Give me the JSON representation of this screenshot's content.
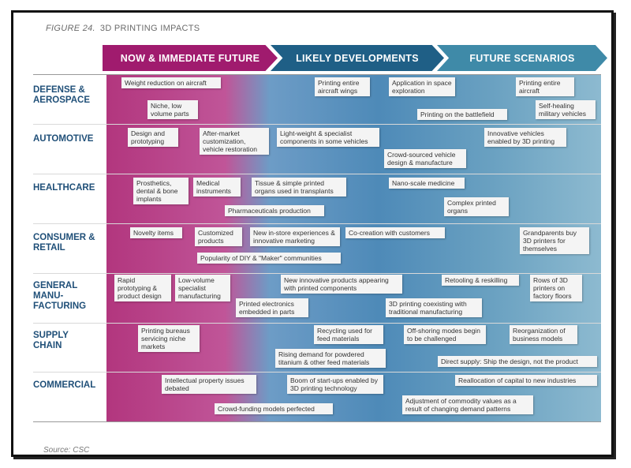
{
  "figure_number": "FIGURE 24.",
  "figure_title": "3D PRINTING IMPACTS",
  "source": "Source: CSC",
  "phases": [
    "NOW & IMMEDIATE FUTURE",
    "LIKELY DEVELOPMENTS",
    "FUTURE SCENARIOS"
  ],
  "categories": [
    "DEFENSE & AEROSPACE",
    "AUTOMOTIVE",
    "HEALTHCARE",
    "CONSUMER & RETAIL",
    "GENERAL MANU-FACTURING",
    "SUPPLY CHAIN",
    "COMMERCIAL"
  ],
  "items": [
    "Weight reduction on aircraft",
    "Niche, low volume parts",
    "Printing entire aircraft wings",
    "Application in space exploration",
    "Printing entire aircraft",
    "Printing on the battlefield",
    "Self-healing military vehicles",
    "Design and prototyping",
    "After-market customization, vehicle restoration",
    "Light-weight & specialist components in some vehicles",
    "Innovative vehicles enabled by 3D printing",
    "Crowd-sourced vehicle design & manufacture",
    "Prosthetics, dental & bone implants",
    "Medical instruments",
    "Tissue & simple printed organs used in transplants",
    "Nano-scale medicine",
    "Complex printed organs",
    "Pharmaceuticals production",
    "Novelty items",
    "Customized products",
    "New in-store experiences & innovative marketing",
    "Co-creation with customers",
    "Grandparents buy 3D printers for themselves",
    "Popularity of DIY & \"Maker\" communities",
    "Rapid prototyping & product design",
    "Low-volume specialist manufacturing",
    "New innovative products appearing with printed components",
    "Retooling & reskilling",
    "Rows of 3D printers on factory floors",
    "Printed electronics embedded in parts",
    "3D printing coexisting with traditional manufacturing",
    "Printing bureaus servicing niche markets",
    "Recycling used for feed materials",
    "Off-shoring modes begin to be challenged",
    "Reorganization of business models",
    "Rising demand for powdered titanium & other feed materials",
    "Direct supply: Ship the design, not the product",
    "Intellectual property issues debated",
    "Boom of start-ups enabled by 3D printing technology",
    "Reallocation of capital to new industries",
    "Adjustment of commodity values as a result of changing demand patterns",
    "Crowd-funding models perfected"
  ]
}
